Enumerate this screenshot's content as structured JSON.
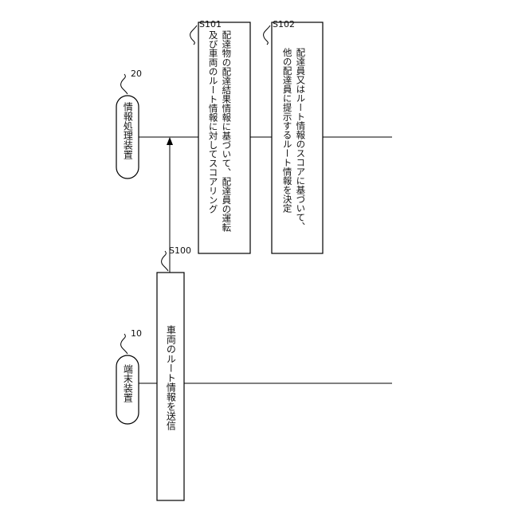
{
  "actors": {
    "terminal": {
      "name": "端末装置",
      "ref": "10"
    },
    "server": {
      "name": "情報処理装置",
      "ref": "20"
    }
  },
  "steps": [
    {
      "id": "S100",
      "lines": [
        "車両のルート情報を送信"
      ]
    },
    {
      "id": "S101",
      "lines": [
        "配達物の配達結果情報に基づいて、配達員の運転",
        "及び車両のルート情報に対してスコアリング"
      ]
    },
    {
      "id": "S102",
      "lines": [
        "配達員又はルート情報のスコアに基づいて、",
        "他の配達員に提示するルート情報を決定"
      ]
    }
  ]
}
